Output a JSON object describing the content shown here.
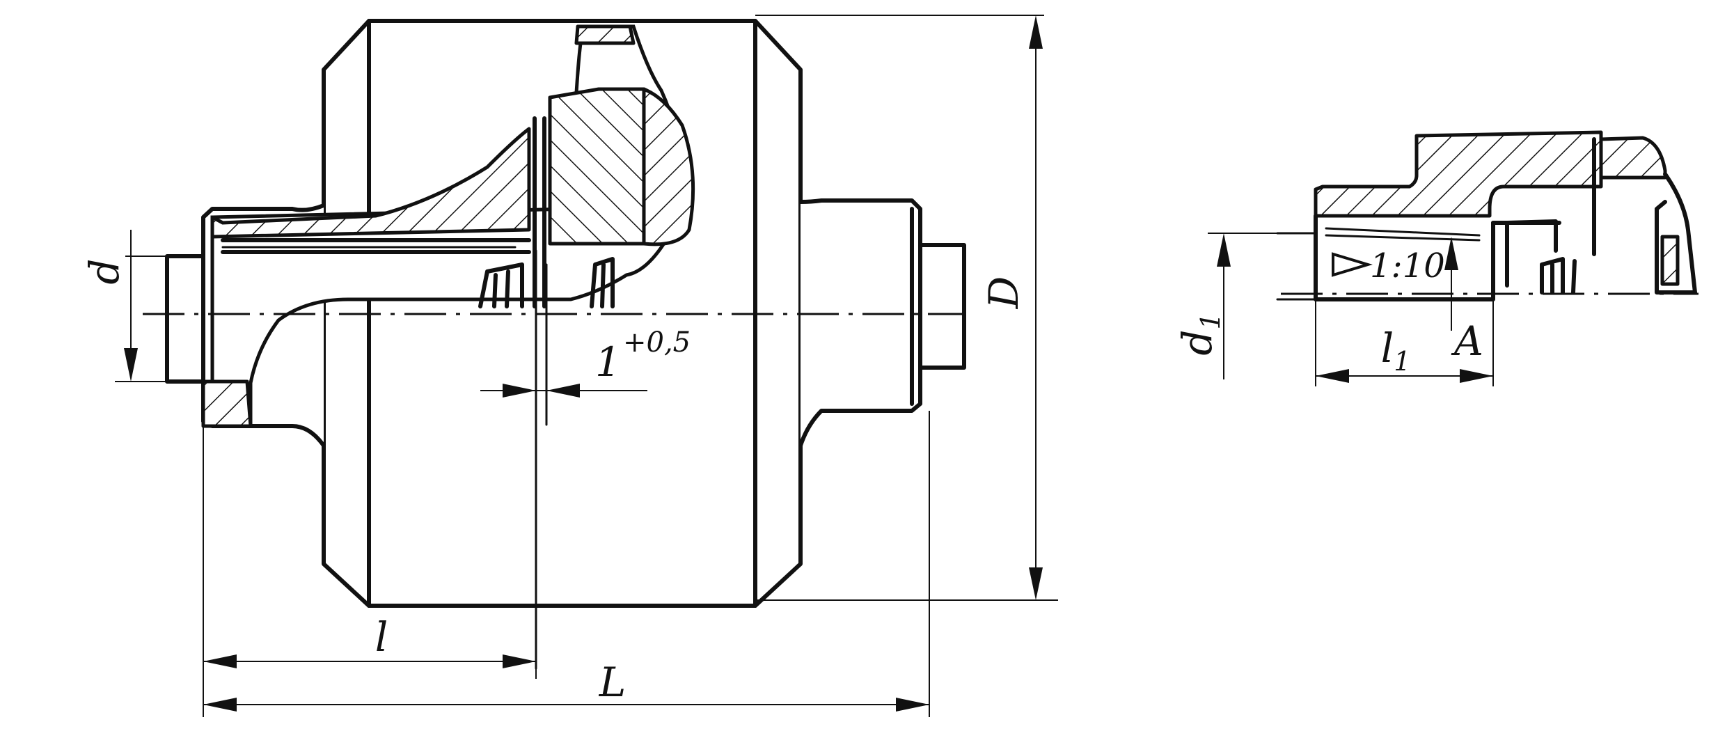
{
  "labels": {
    "d": "d",
    "D": "D",
    "l": "l",
    "L": "L",
    "tol_main": "1",
    "tol_sup": "+0,5",
    "d1": "d",
    "d1_sub": "1",
    "l1": "l",
    "l1_sub": "1",
    "taper": "1:10",
    "A": "A"
  },
  "colors": {
    "ink": "#111111",
    "paper": "#ffffff"
  }
}
